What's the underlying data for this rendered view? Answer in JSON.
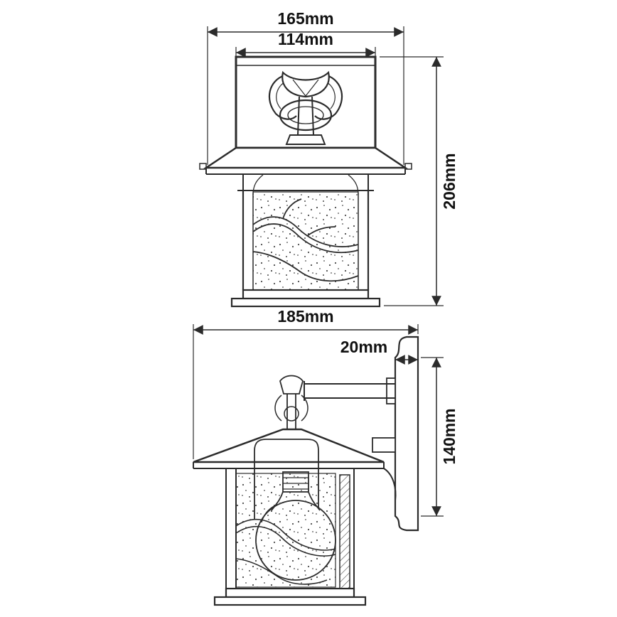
{
  "canvas": {
    "background": "#ffffff",
    "line_color": "#2b2b2b",
    "text_color": "#111111"
  },
  "front_view": {
    "width_overall_label": "165mm",
    "width_top_label": "114mm",
    "height_label": "206mm"
  },
  "side_view": {
    "depth_label": "185mm",
    "backplate_thickness_label": "20mm",
    "backplate_height_label": "140mm"
  }
}
